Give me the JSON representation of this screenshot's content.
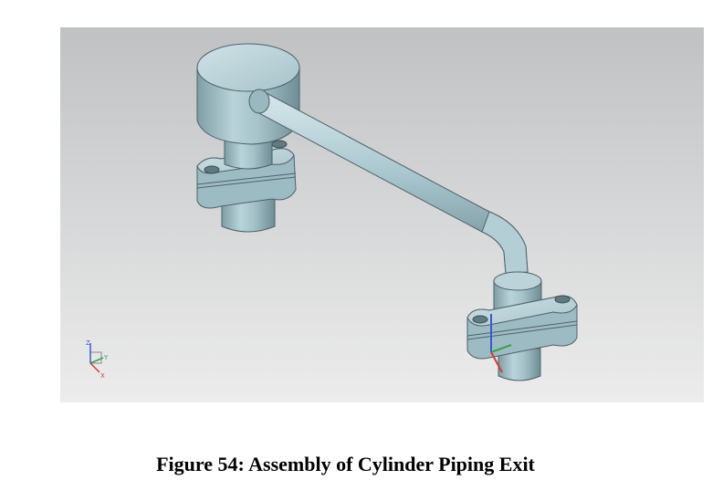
{
  "figure": {
    "caption": "Figure 54: Assembly of Cylinder Piping Exit"
  },
  "viewport": {
    "background_top": "#bfc1c3",
    "background_bottom": "#ececec",
    "model_color": "#a8c6cd"
  },
  "view_triad": {
    "axis_x_label": "X",
    "axis_y_label": "Y",
    "axis_z_label": "Z",
    "colors": {
      "x": "#d23a3a",
      "y": "#3aa04a",
      "z": "#3a5ad2"
    }
  },
  "part_csys": {
    "colors": {
      "x": "#d23a3a",
      "y": "#3aa04a",
      "z": "#3a5ad2"
    }
  }
}
